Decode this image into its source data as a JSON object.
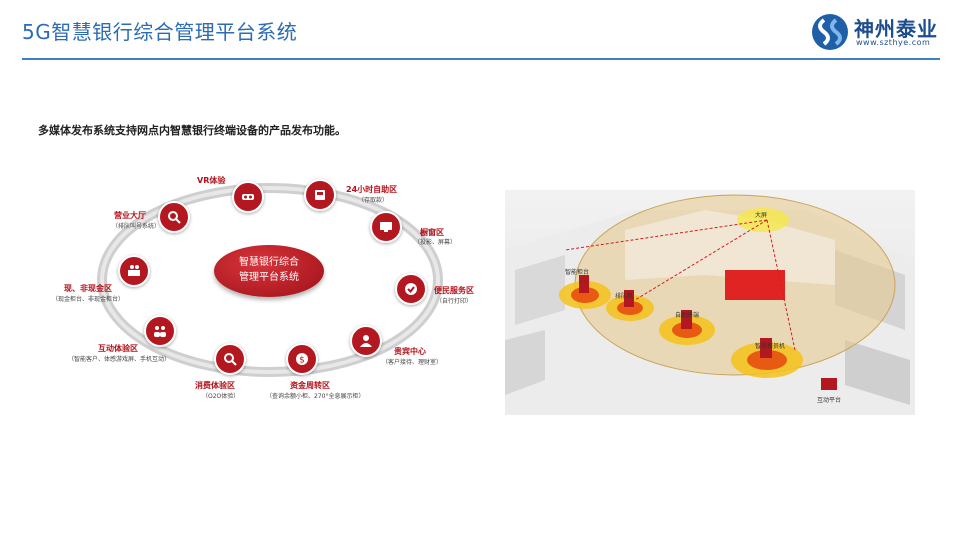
{
  "header": {
    "title": "5G智慧银行综合管理平台系统",
    "logo_name": "神州泰业",
    "logo_url": "www.szthye.com"
  },
  "intro": "多媒体发布系统支持网点内智慧银行终端设备的产品发布功能。",
  "diagram": {
    "center": [
      "智慧银行综合",
      "管理平台系统"
    ],
    "nodes": [
      {
        "label": "VR体验",
        "sub": "",
        "icon": "vr-headset-icon"
      },
      {
        "label": "24小时自助区",
        "sub": "（存取款）",
        "icon": "atm-icon"
      },
      {
        "label": "橱窗区",
        "sub": "（投影、屏幕）",
        "icon": "display-icon"
      },
      {
        "label": "便民服务区",
        "sub": "（自行打印）",
        "icon": "check-icon"
      },
      {
        "label": "贵宾中心",
        "sub": "（客户接待、理财室）",
        "icon": "vip-icon"
      },
      {
        "label": "资金周转区",
        "sub": "（查询余额小柜、270°全息展示柜）",
        "icon": "money-icon"
      },
      {
        "label": "消费体验区",
        "sub": "（O2O体验）",
        "icon": "search-icon"
      },
      {
        "label": "互动体验区",
        "sub": "（智能客户、体感游戏屏、手机互动）",
        "icon": "people-icon"
      },
      {
        "label": "现、非现金区",
        "sub": "（现金柜台、非现金柜台）",
        "icon": "counter-icon"
      },
      {
        "label": "营业大厅",
        "sub": "（排队叫号系统）",
        "icon": "search-icon"
      }
    ]
  },
  "scene": {
    "labels": [
      "智能柜台",
      "大屏",
      "排队机",
      "自助终端",
      "智慧柜员机",
      "互动平台"
    ]
  },
  "colors": {
    "brand_red": "#b31820",
    "title_blue": "#2b6cb5"
  }
}
